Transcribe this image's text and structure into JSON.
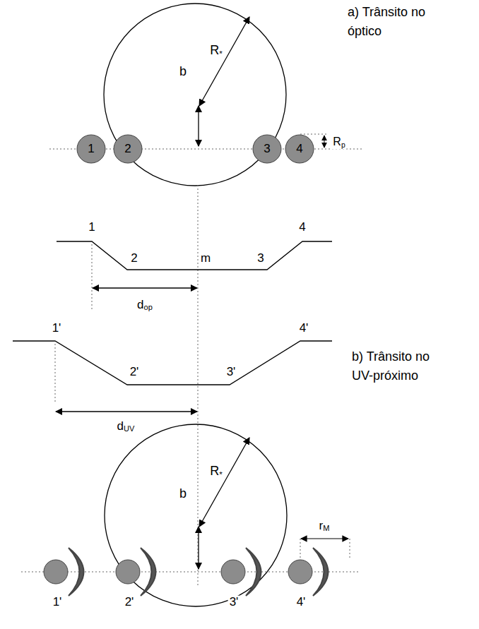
{
  "diagram": {
    "nodes": [
      {
        "text": [
          "1"
        ]
      },
      {
        "text": [
          "2"
        ]
      },
      {
        "text": [
          "3"
        ]
      },
      {
        "text": [
          "4"
        ]
      }
    ],
    "labels": [
      "a) Trânsito no óptico",
      "R*",
      "b",
      "Rp",
      "1",
      "2",
      "m",
      "3",
      "4",
      "dop",
      "1'",
      "4'",
      "2'",
      "3'",
      "dUV",
      "b) Trânsito no UV-próximo",
      "R*",
      "b",
      "rM",
      "1'",
      "2'",
      "3'",
      "4'"
    ]
  }
}
